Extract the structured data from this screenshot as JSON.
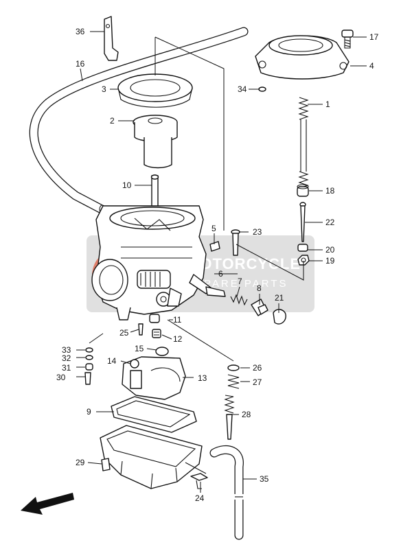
{
  "diagram": {
    "callouts": [
      {
        "id": "c1",
        "text": "1"
      },
      {
        "id": "c2",
        "text": "2"
      },
      {
        "id": "c3",
        "text": "3"
      },
      {
        "id": "c4",
        "text": "4"
      },
      {
        "id": "c5",
        "text": "5"
      },
      {
        "id": "c6",
        "text": "6"
      },
      {
        "id": "c7",
        "text": "7"
      },
      {
        "id": "c8",
        "text": "8"
      },
      {
        "id": "c9",
        "text": "9"
      },
      {
        "id": "c10",
        "text": "10"
      },
      {
        "id": "c11",
        "text": "11"
      },
      {
        "id": "c12",
        "text": "12"
      },
      {
        "id": "c13",
        "text": "13"
      },
      {
        "id": "c14",
        "text": "14"
      },
      {
        "id": "c15",
        "text": "15"
      },
      {
        "id": "c16",
        "text": "16"
      },
      {
        "id": "c17",
        "text": "17"
      },
      {
        "id": "c18",
        "text": "18"
      },
      {
        "id": "c19",
        "text": "19"
      },
      {
        "id": "c20",
        "text": "20"
      },
      {
        "id": "c21",
        "text": "21"
      },
      {
        "id": "c22",
        "text": "22"
      },
      {
        "id": "c23",
        "text": "23"
      },
      {
        "id": "c24",
        "text": "24"
      },
      {
        "id": "c25",
        "text": "25"
      },
      {
        "id": "c26",
        "text": "26"
      },
      {
        "id": "c27",
        "text": "27"
      },
      {
        "id": "c28",
        "text": "28"
      },
      {
        "id": "c29",
        "text": "29"
      },
      {
        "id": "c30",
        "text": "30"
      },
      {
        "id": "c31",
        "text": "31"
      },
      {
        "id": "c32",
        "text": "32"
      },
      {
        "id": "c33",
        "text": "33"
      },
      {
        "id": "c34",
        "text": "34"
      },
      {
        "id": "c35",
        "text": "35"
      },
      {
        "id": "c36",
        "text": "36"
      }
    ]
  },
  "watermark": {
    "logo_text": "MOTORCYCLE",
    "sub_text": "SPARE PARTS",
    "color": "#d9d9d9",
    "accent": "#d84a2a"
  },
  "icons": {
    "direction_arrow": "front-direction-arrow-icon"
  }
}
